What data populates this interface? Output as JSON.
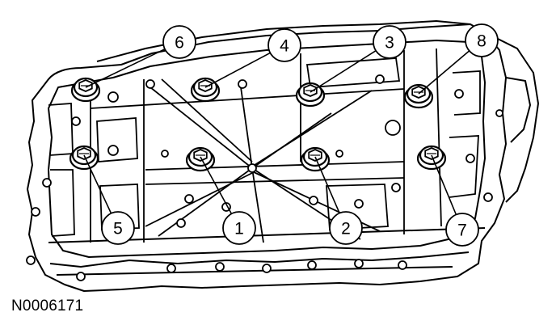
{
  "figure_id": "N0006171",
  "callouts": [
    {
      "label": "1"
    },
    {
      "label": "2"
    },
    {
      "label": "3"
    },
    {
      "label": "4"
    },
    {
      "label": "5"
    },
    {
      "label": "6"
    },
    {
      "label": "7"
    },
    {
      "label": "8"
    }
  ]
}
